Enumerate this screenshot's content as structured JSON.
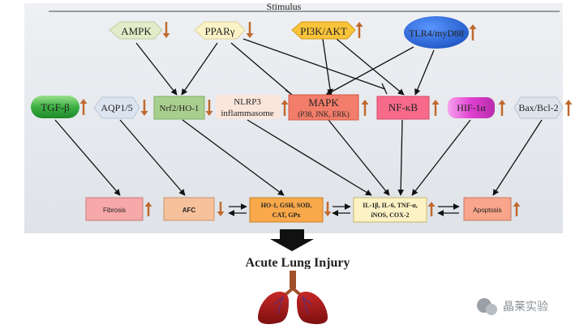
{
  "header": {
    "title": "Stimulus"
  },
  "top_nodes": [
    {
      "id": "ampk",
      "label": "AMPK",
      "trend": "down"
    },
    {
      "id": "ppar",
      "label": "PPARγ",
      "trend": "down"
    },
    {
      "id": "pi3k",
      "label": "PI3K/AKT",
      "trend": "up"
    },
    {
      "id": "tlr4",
      "label": "TLR4/myD88",
      "trend": "up"
    }
  ],
  "mid_nodes": [
    {
      "id": "tgfb",
      "label": "TGF-β",
      "trend": "up"
    },
    {
      "id": "aqp",
      "label": "AQP1/5",
      "trend": "down"
    },
    {
      "id": "nrf2",
      "label": "Nrf2/HO-1",
      "trend": "down"
    },
    {
      "id": "nlrp3",
      "label_line1": "NLRP3",
      "label_line2": "inflammasome",
      "trend": "up"
    },
    {
      "id": "mapk",
      "label_line1": "MAPK",
      "label_line2": "(P38, JNK, ERK)",
      "trend": "up"
    },
    {
      "id": "nfkb",
      "label": "NF-κB",
      "trend": "up"
    },
    {
      "id": "hif",
      "label": "HIF-1α",
      "trend": "up"
    },
    {
      "id": "bax",
      "label": "Bax/Bcl-2",
      "trend": "up"
    }
  ],
  "bottom_nodes": [
    {
      "id": "fibrosis",
      "label": "Fibrosis",
      "trend": "up"
    },
    {
      "id": "afc",
      "label": "AFC",
      "trend": "down"
    },
    {
      "id": "antiox",
      "label_line1": "HO-1, GSH, SOD,",
      "label_line2": "CAT, GPx",
      "trend": "down"
    },
    {
      "id": "cytokines",
      "label_line1": "IL-1β, IL-6, TNF-α,",
      "label_line2": "iNOS, COX-2",
      "trend": "up"
    },
    {
      "id": "apoptosis",
      "label": "Apoptosis",
      "trend": "up"
    }
  ],
  "outcome": {
    "label": "Acute Lung Injury"
  },
  "watermark": {
    "text": "晶莱实验"
  },
  "colors": {
    "ampk": "#e3ecc9",
    "ppar": "#fbf3c7",
    "pi3k": "#f9c43a",
    "tlr4": "#2e6fdd",
    "tgfb": "#49b84b",
    "aqp": "#dbe4f0",
    "nrf2": "#a9cf8e",
    "nlrp3": "#fbe6dc",
    "mapk": "#f27d6a",
    "nfkb": "#f76a8a",
    "hif": "#e64fcf",
    "bax": "#dde4ec",
    "fibrosis": "#f7a8a8",
    "afc": "#f7c19b",
    "antiox": "#f9a94a",
    "cytokines": "#fdf2c4",
    "apoptosis": "#f9a58b",
    "trend_arrow": "#c0692e"
  }
}
